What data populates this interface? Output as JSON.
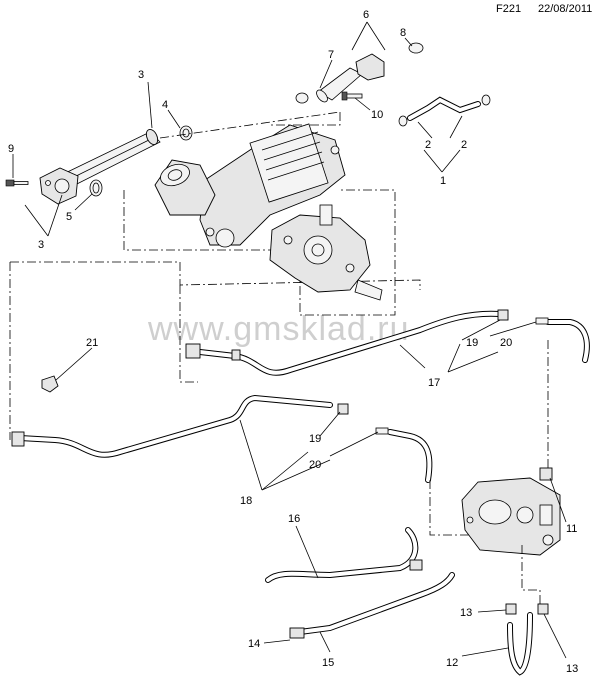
{
  "header": {
    "code": "F221",
    "date": "22/08/2011"
  },
  "watermark": "www.gmsklad.ru",
  "callouts": {
    "c1": "1",
    "c2a": "2",
    "c2b": "2",
    "c3a": "3",
    "c3b": "3",
    "c4": "4",
    "c5": "5",
    "c6": "6",
    "c7": "7",
    "c8": "8",
    "c9": "9",
    "c10": "10",
    "c11": "11",
    "c12": "12",
    "c13a": "13",
    "c13b": "13",
    "c14": "14",
    "c15": "15",
    "c16": "16",
    "c17": "17",
    "c18": "18",
    "c19a": "19",
    "c19b": "19",
    "c20a": "20",
    "c20b": "20",
    "c21": "21"
  },
  "colors": {
    "line": "#000000",
    "part_fill": "#e6e6e6",
    "watermark": "#cfcfcf"
  }
}
